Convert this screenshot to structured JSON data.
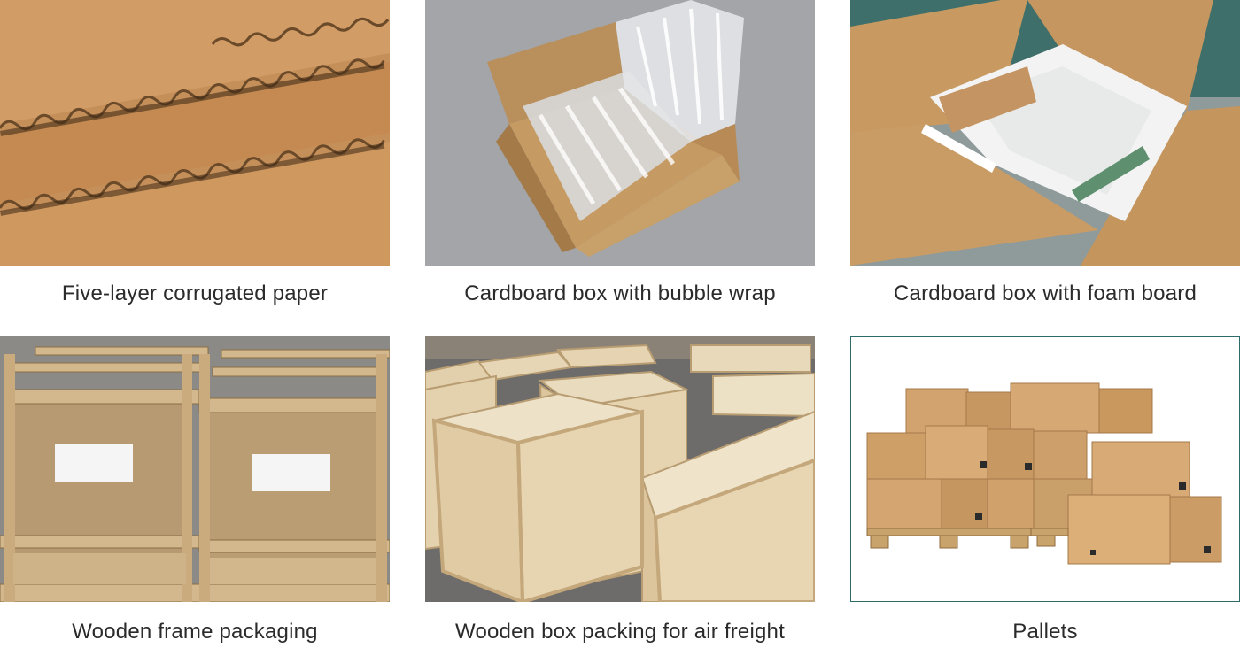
{
  "items": [
    {
      "caption": "Five-layer corrugated paper",
      "icon": "corrugated-paper-photo"
    },
    {
      "caption": "Cardboard box with bubble wrap",
      "icon": "bubble-wrap-box-photo"
    },
    {
      "caption": "Cardboard box with foam board",
      "icon": "foam-board-box-photo"
    },
    {
      "caption": "Wooden frame packaging",
      "icon": "wooden-frame-photo"
    },
    {
      "caption": "Wooden box packing for air freight",
      "icon": "wooden-box-photo"
    },
    {
      "caption": "Pallets",
      "icon": "pallet-boxes-photo"
    }
  ],
  "colors": {
    "caption_text": "#2b2b2b",
    "cardboard": "#c89a62",
    "plywood": "#e8d6b4",
    "frame_border": "#2d6a6a"
  }
}
